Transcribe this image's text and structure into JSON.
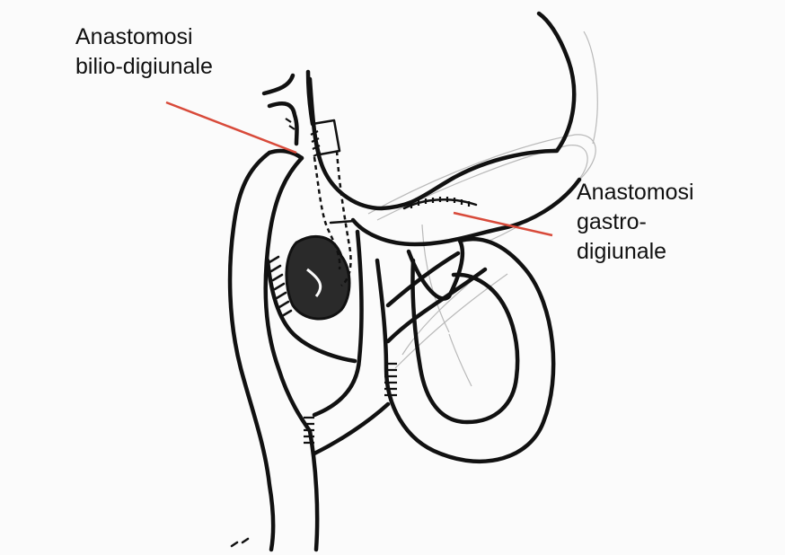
{
  "labels": {
    "bilio_digiunale": {
      "line1": "Anastomosi",
      "line2": "bilio-digiunale"
    },
    "gastro_digiunale": {
      "line1": "Anastomosi",
      "line2": "gastro-",
      "line3": "digiunale"
    }
  },
  "colors": {
    "ink": "#111111",
    "pointer_line": "#d84a3a",
    "pencil": "#b9b9b9",
    "background": "#fbfbfb"
  }
}
